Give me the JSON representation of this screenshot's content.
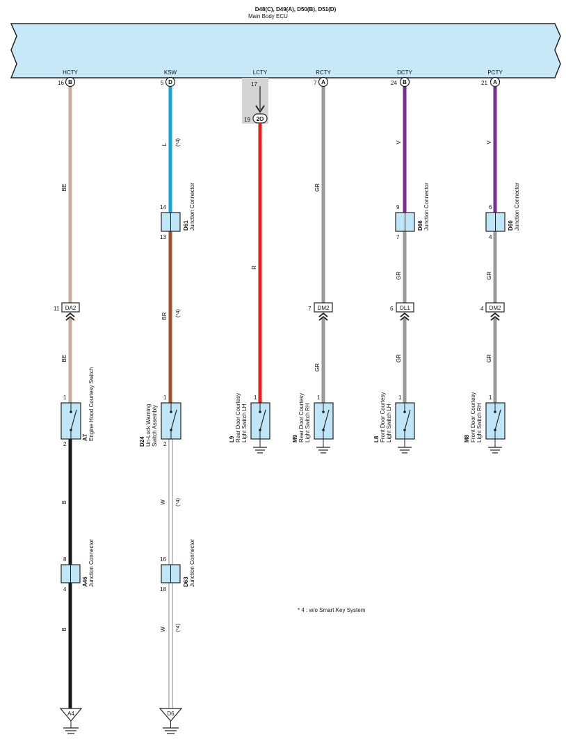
{
  "ecu": {
    "connectors_line": "D48(C), D49(A), D50(B), D51(D)",
    "name": "Main Body ECU",
    "body_color": "#c7e8f7"
  },
  "circuits": [
    {
      "id": "hcty",
      "terminal": "HCTY",
      "pin": "16",
      "conn": "B",
      "color_code": "BE",
      "wire_hex": "#c4b19a"
    },
    {
      "id": "ksw",
      "terminal": "KSW",
      "pin": "5",
      "conn": "D",
      "color_code": "L",
      "wire_hex": "#1aa3dc"
    },
    {
      "id": "lcty",
      "terminal": "LCTY",
      "pin": "17",
      "pin2": "19",
      "conn": "2O",
      "color_code": "R",
      "wire_hex": "#e2201f"
    },
    {
      "id": "rcty",
      "terminal": "RCTY",
      "pin": "7",
      "conn": "A",
      "color_code": "GR",
      "wire_hex": "#999999"
    },
    {
      "id": "dcty",
      "terminal": "DCTY",
      "pin": "24",
      "conn": "B",
      "color_code": "V",
      "wire_hex": "#7a2c93"
    },
    {
      "id": "pcty",
      "terminal": "PCTY",
      "pin": "21",
      "conn": "A",
      "color_code": "V",
      "wire_hex": "#7a2c93"
    }
  ],
  "wire_labels": {
    "be_upper": "BE",
    "be_lower": "BE",
    "l": "L",
    "br": "BR",
    "w_upper": "W",
    "w_lower": "W",
    "r": "R",
    "gr_rcty_upper": "GR",
    "gr_rcty_lower": "GR",
    "v_dcty": "V",
    "gr_dcty_mid": "GR",
    "gr_dcty_lower": "GR",
    "v_pcty": "V",
    "gr_pcty_mid": "GR",
    "gr_pcty_lower": "GR",
    "b_upper": "B",
    "b_lower": "B"
  },
  "note_tag": "(*4)",
  "junctions": [
    {
      "code": "D61",
      "name": "Junction Connector",
      "pin_top": "14",
      "pin_bottom": "13"
    },
    {
      "code": "D66",
      "name": "Junction Connector",
      "pin_top": "9",
      "pin_bottom": "7"
    },
    {
      "code": "D60",
      "name": "Junction Connector",
      "pin_top": "6",
      "pin_bottom": "4"
    },
    {
      "code": "A46",
      "name": "Junction Connector",
      "pin_top": "8",
      "pin_bottom": "4"
    },
    {
      "code": "D63",
      "name": "Junction Connector",
      "pin_top": "16",
      "pin_bottom": "18"
    }
  ],
  "inline_connectors": [
    {
      "pin": "11",
      "label": "DA2"
    },
    {
      "pin": "7",
      "label": "DM2"
    },
    {
      "pin": "6",
      "label": "DL1"
    },
    {
      "pin": "4",
      "label": "DM2"
    }
  ],
  "switches": [
    {
      "code": "A7",
      "line1": "Engine Hood Courtesy Switch",
      "line2": "",
      "pin_top": "1",
      "pin_bottom": "2"
    },
    {
      "code": "D24",
      "line1": "Un-Lock Warning",
      "line2": "Switch Assembly",
      "pin_top": "1",
      "pin_bottom": "2"
    },
    {
      "code": "L9",
      "line1": "Rear Door Courtesy",
      "line2": "Light Switch LH",
      "pin_top": "1"
    },
    {
      "code": "M9",
      "line1": "Rear Door Courtesy",
      "line2": "Light Switch RH",
      "pin_top": "1"
    },
    {
      "code": "L8",
      "line1": "Front Door Courtesy",
      "line2": "Light Switch LH",
      "pin_top": "1"
    },
    {
      "code": "M8",
      "line1": "Front Door Courtesy",
      "line2": "Light Switch RH",
      "pin_top": "1"
    }
  ],
  "grounds": [
    {
      "label": "A4"
    },
    {
      "label": "D6"
    }
  ],
  "footnote": "* 4 : w/o Smart Key System"
}
